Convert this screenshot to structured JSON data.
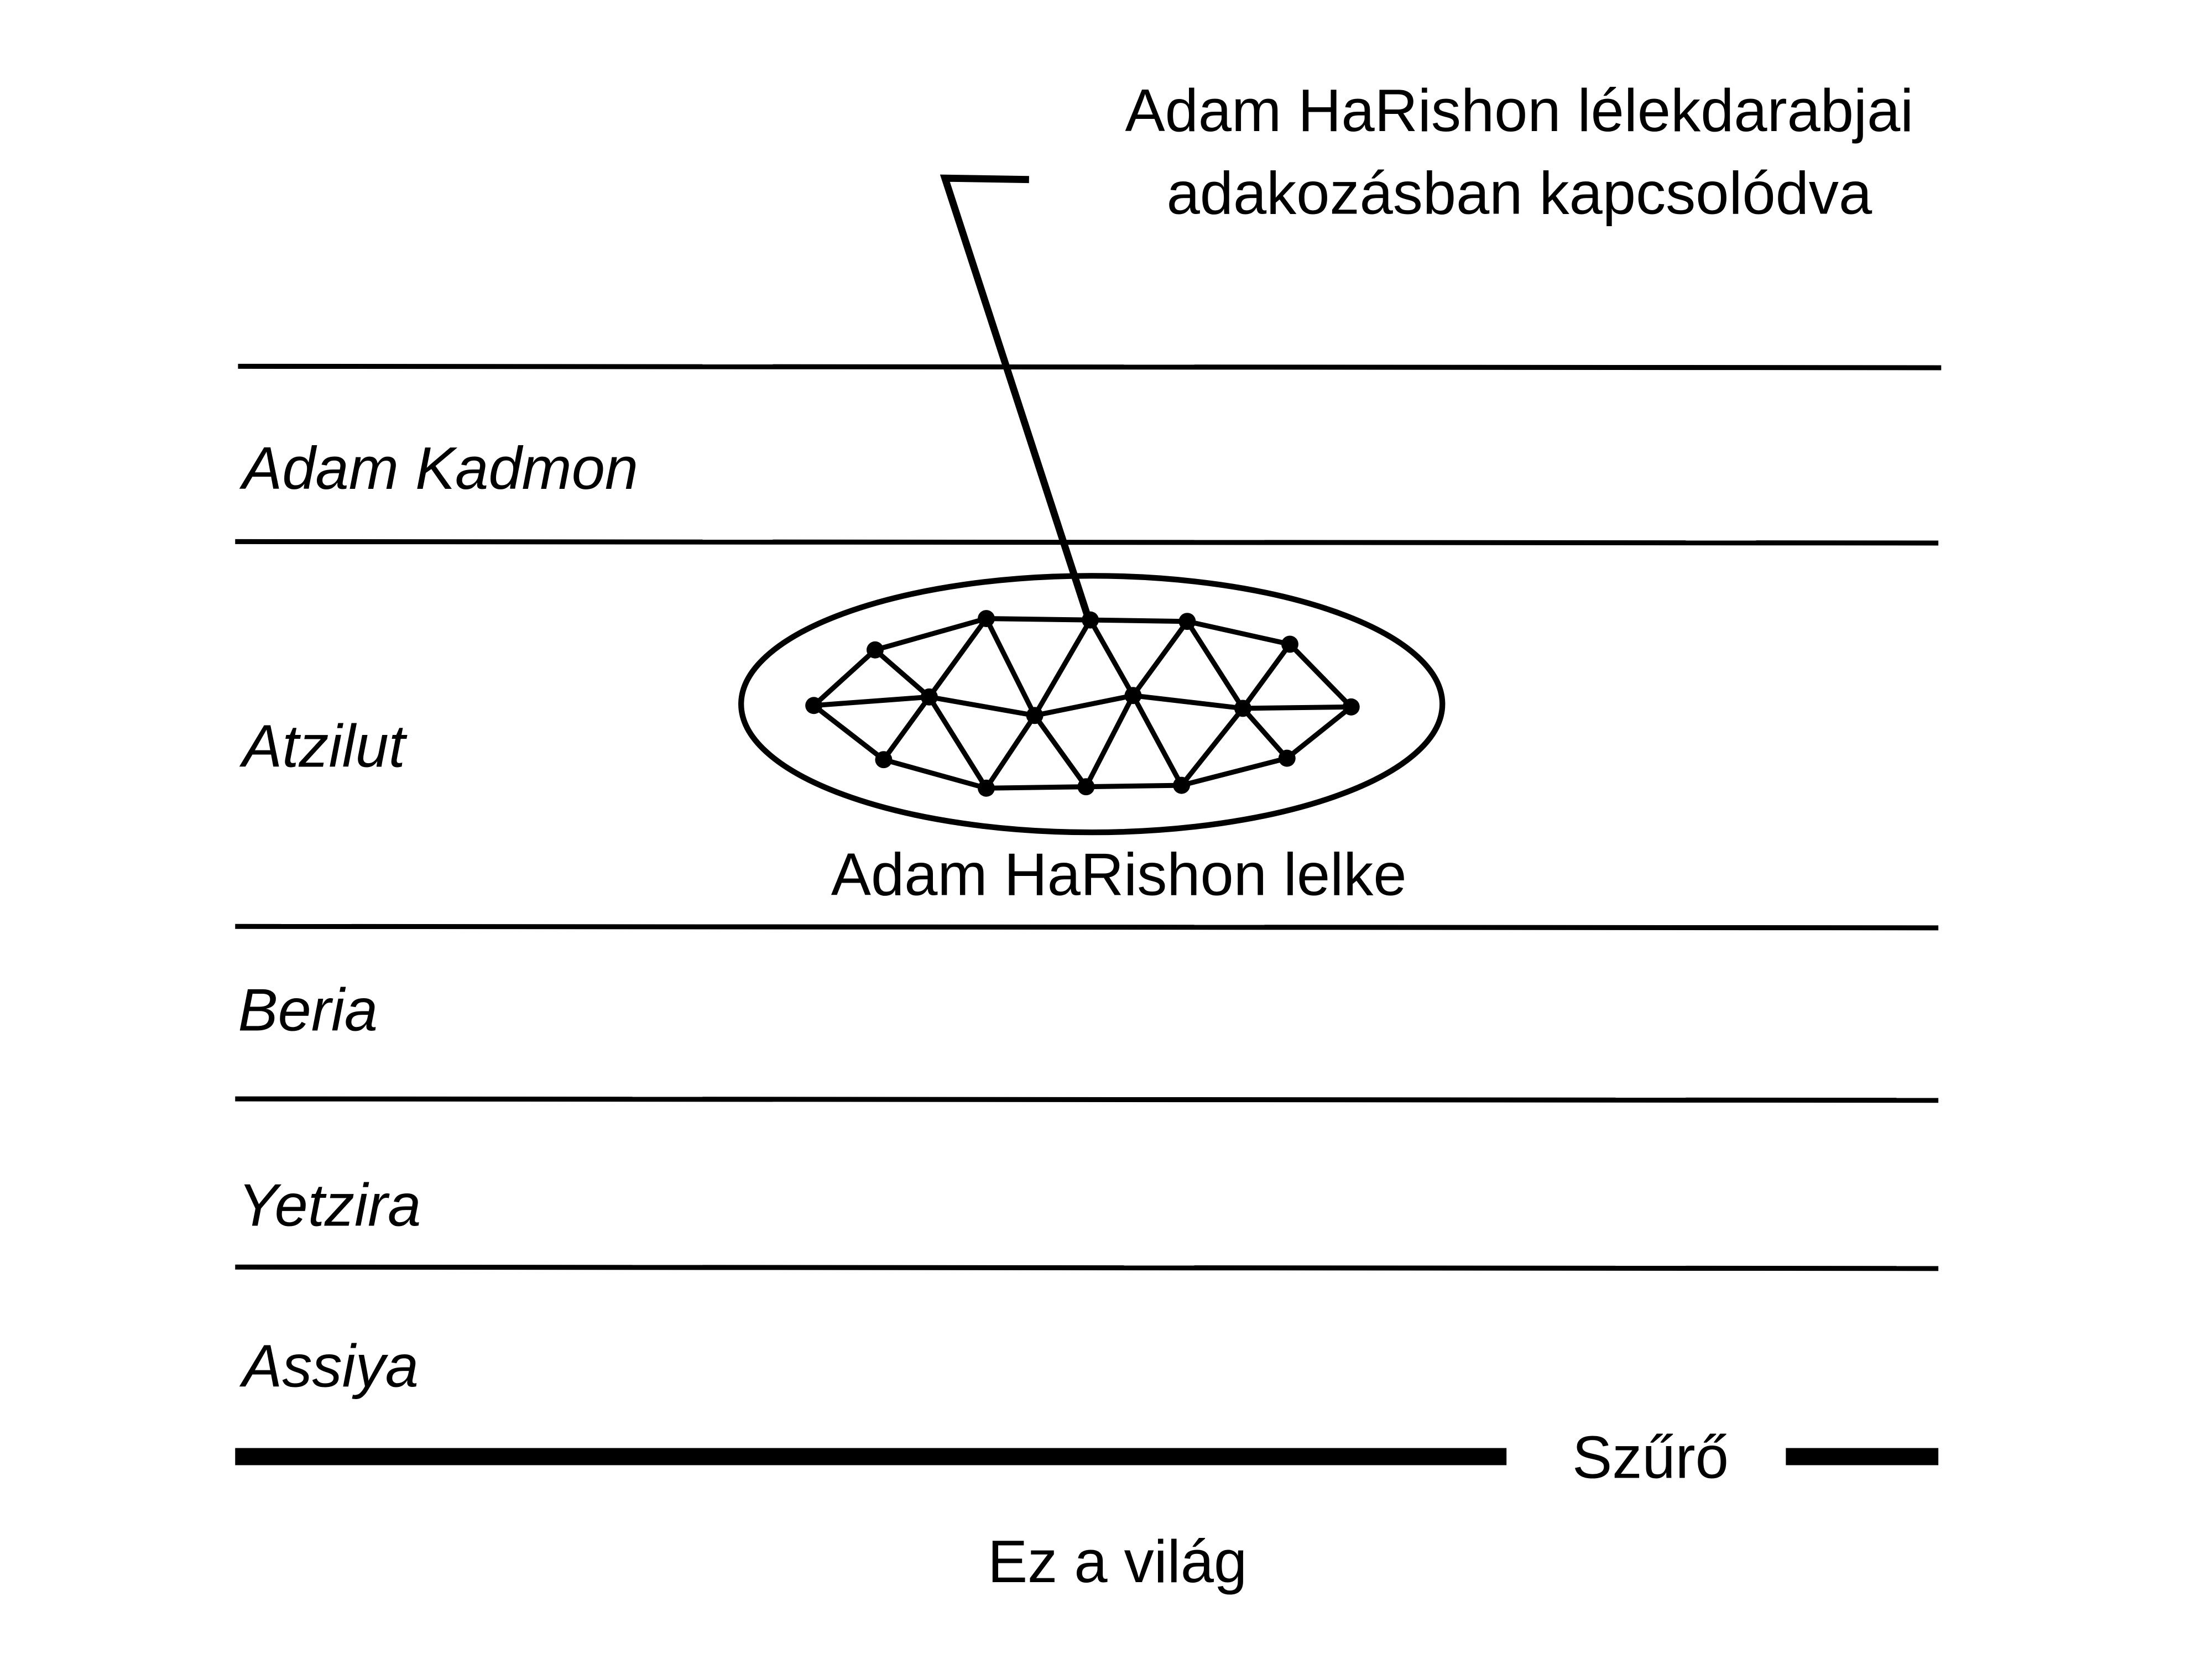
{
  "callout": {
    "line1": "Adam HaRishon lélekdarabjai",
    "line2": "adakozásban kapcsolódva"
  },
  "worlds": {
    "adam_kadmon": "Adam Kadmon",
    "atzilut": "Atzilut",
    "beria": "Beria",
    "yetzira": "Yetzira",
    "assiya": "Assiya"
  },
  "soul_label": "Adam HaRishon lelke",
  "filter_label": "Szűrő",
  "this_world_label": "Ez a világ",
  "colors": {
    "ink": "#000000",
    "background": "#ffffff"
  }
}
